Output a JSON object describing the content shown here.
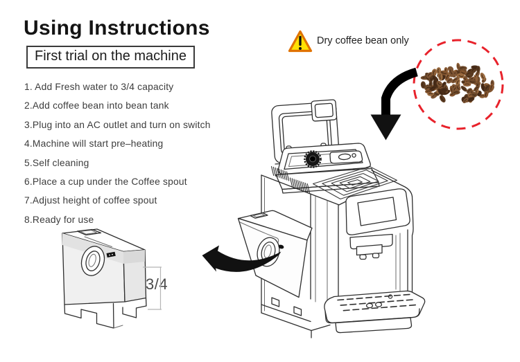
{
  "page": {
    "title": "Using Instructions",
    "subtitle": "First trial on the machine"
  },
  "instructions": [
    "1. Add Fresh water to 3/4 capacity",
    "2.Add coffee bean into bean tank",
    "3.Plug into an AC outlet and turn on switch",
    "4.Machine will start pre–heating",
    "5.Self cleaning",
    "6.Place a cup under the Coffee spout",
    "7.Adjust height of coffee spout",
    "8.Ready for use"
  ],
  "warning": {
    "icon": "warning-triangle-icon",
    "text": "Dry coffee bean only"
  },
  "diagram": {
    "capacity_label": "3/4",
    "accent_red": "#e8222b",
    "warning_yellow": "#ffe103",
    "warning_border": "#e07200",
    "line_color": "#2e2e2e",
    "bean_palette": [
      "#6e4a2b",
      "#5a3a20",
      "#7d5433",
      "#8f6038",
      "#4a2d18",
      "#9a6b40",
      "#84552f"
    ]
  }
}
